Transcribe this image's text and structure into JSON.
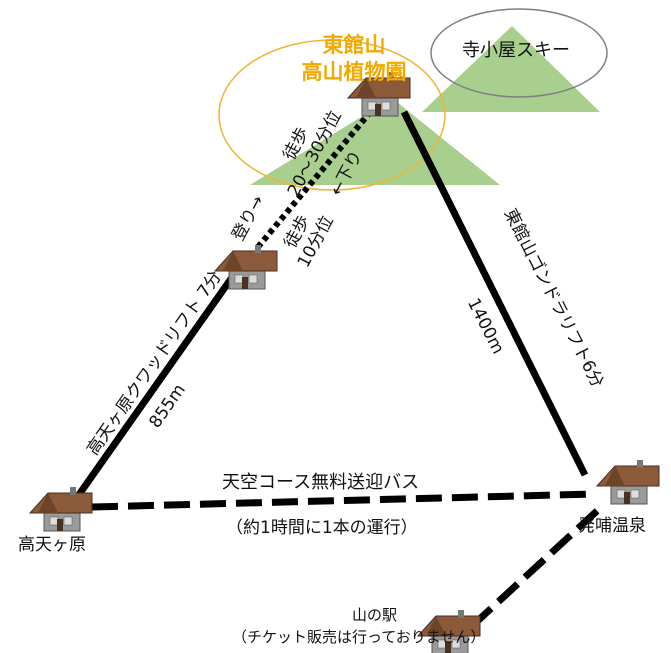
{
  "map": {
    "title_line1": "東館山",
    "title_line2": "高山植物園",
    "ski_area": "寺小屋スキー",
    "walk_up_line1": "徒歩",
    "walk_up_line2": "20〜30分位",
    "walk_up_dir": "登り→",
    "walk_down_line1": "徒歩",
    "walk_down_line2": "10分位",
    "walk_down_dir": "←下り",
    "lift_left": "高天ヶ原クワッドリフト 7分",
    "lift_left_length": "855m",
    "gondola": "東館山ゴンドラリフト6分",
    "gondola_length": "1400m",
    "bus_route": "天空コース無料送迎バス",
    "bus_note": "（約1時間に1本の運行）",
    "place_takamagahara": "高天ヶ原",
    "place_hoppo_onsen": "発哺温泉",
    "place_yamanoeki": "山の駅",
    "yamanoeki_note": "（チケット販売は行っておりません）",
    "colors": {
      "title": "#f2a900",
      "ellipse_yellow": "#f2b233",
      "triangle": "#a9cf8f",
      "roof": "#8a5a3a"
    }
  }
}
